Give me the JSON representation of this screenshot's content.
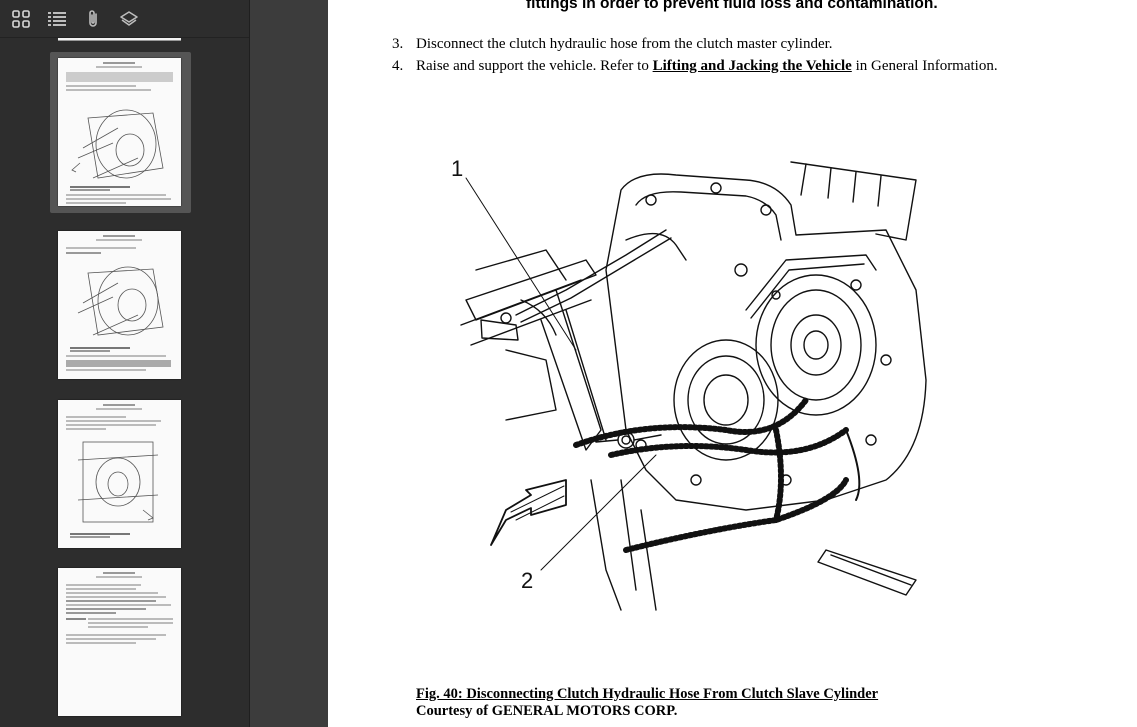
{
  "sidebar": {
    "tools": [
      {
        "name": "thumbnails",
        "icon": "grid-icon",
        "active": true
      },
      {
        "name": "outline",
        "icon": "list-icon",
        "active": false
      },
      {
        "name": "attachments",
        "icon": "paperclip-icon",
        "active": false
      },
      {
        "name": "layers",
        "icon": "layers-icon",
        "active": false
      }
    ],
    "selected_thumbnail": 1
  },
  "document": {
    "warning_tail": "fittings in order to prevent fluid loss and contamination.",
    "steps": [
      {
        "num": "3.",
        "text": "Disconnect the clutch hydraulic hose from the clutch master cylinder."
      },
      {
        "num": "4.",
        "text_before": "Raise and support the vehicle. Refer to ",
        "link": "Lifting and Jacking the Vehicle",
        "text_after": " in General Information."
      }
    ],
    "figure": {
      "callout_1": "1",
      "callout_2": "2"
    },
    "caption": "Fig. 40: Disconnecting Clutch Hydraulic Hose From Clutch Slave Cylinder",
    "courtesy": "Courtesy of GENERAL MOTORS CORP."
  },
  "colors": {
    "sidebar_bg": "#2d2d2d",
    "selected_thumb_bg": "#555555",
    "icon_color": "#cfcfcf",
    "page_bg": "#ffffff"
  }
}
